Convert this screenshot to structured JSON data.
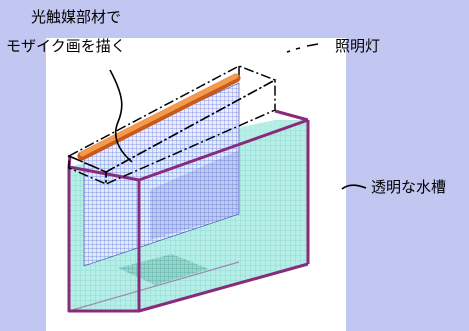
{
  "labels": {
    "mosaic_line1": "光触媒部材で",
    "mosaic_line2": "モザイク画を描く",
    "lighting": "照明灯",
    "tank": "透明な水槽"
  },
  "colors": {
    "background": "#c2c7f2",
    "panel": "#ffffff",
    "tank_frame": "#8a2a7a",
    "water": "#9fe6dc",
    "mesh": "#5a6bd6",
    "lamp": "#f08a3c",
    "leader": "#000000"
  }
}
